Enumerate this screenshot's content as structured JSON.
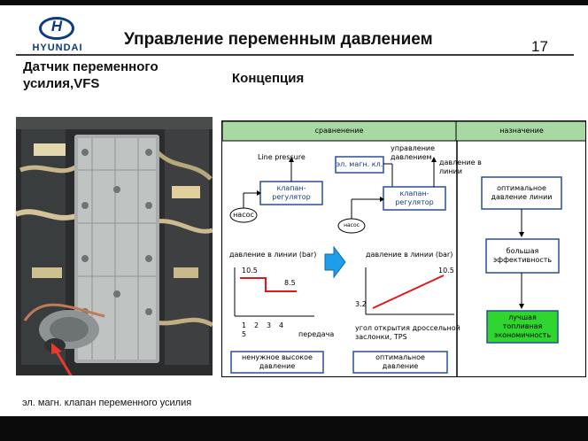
{
  "header": {
    "logo_text": "HYUNDAI",
    "title": "Управление переменным давлением",
    "page_number": "17"
  },
  "sensor_heading": "Датчик переменного усилия,VFS",
  "concept_heading": "Концепция",
  "photo_caption": "эл. магн. клапан переменного усилия",
  "diagram": {
    "header_compare": "сравненение",
    "header_purpose": "назначение",
    "left": {
      "line_pressure": "Line pressure",
      "valve": "клапан-регулятор",
      "pump": "насос",
      "graph_ylabel": "давление в линии (bar)",
      "y_high": "10.5",
      "y_low": "8.5",
      "x_ticks": [
        "1",
        "2",
        "3",
        "4",
        "5"
      ],
      "x_label": "передача",
      "result": "ненужное высокое давление"
    },
    "mid": {
      "control": "управление давлением",
      "solenoid": "эл. магн. кл.",
      "line_pressure": "давление в линии",
      "valve": "клапан-регулятор",
      "pump": "насос",
      "graph_ylabel": "давление в линии (bar)",
      "y_high": "10.5",
      "y_low": "3.2",
      "x_label": "угол открытия дроссельной заслонки, TPS",
      "result": "оптимальное давление"
    },
    "right": {
      "box1": "оптимальное давление линии",
      "box2": "большая эффективность",
      "box3": "лучшая топливная экономичность"
    }
  },
  "colors": {
    "brand": "#0b3a84",
    "table_header": "#a8d9a3",
    "box_outline": "#2a4f9a",
    "graph_red": "#e01818",
    "economy_green": "#2fd62f",
    "arrow_blue": "#1e9ee6"
  }
}
